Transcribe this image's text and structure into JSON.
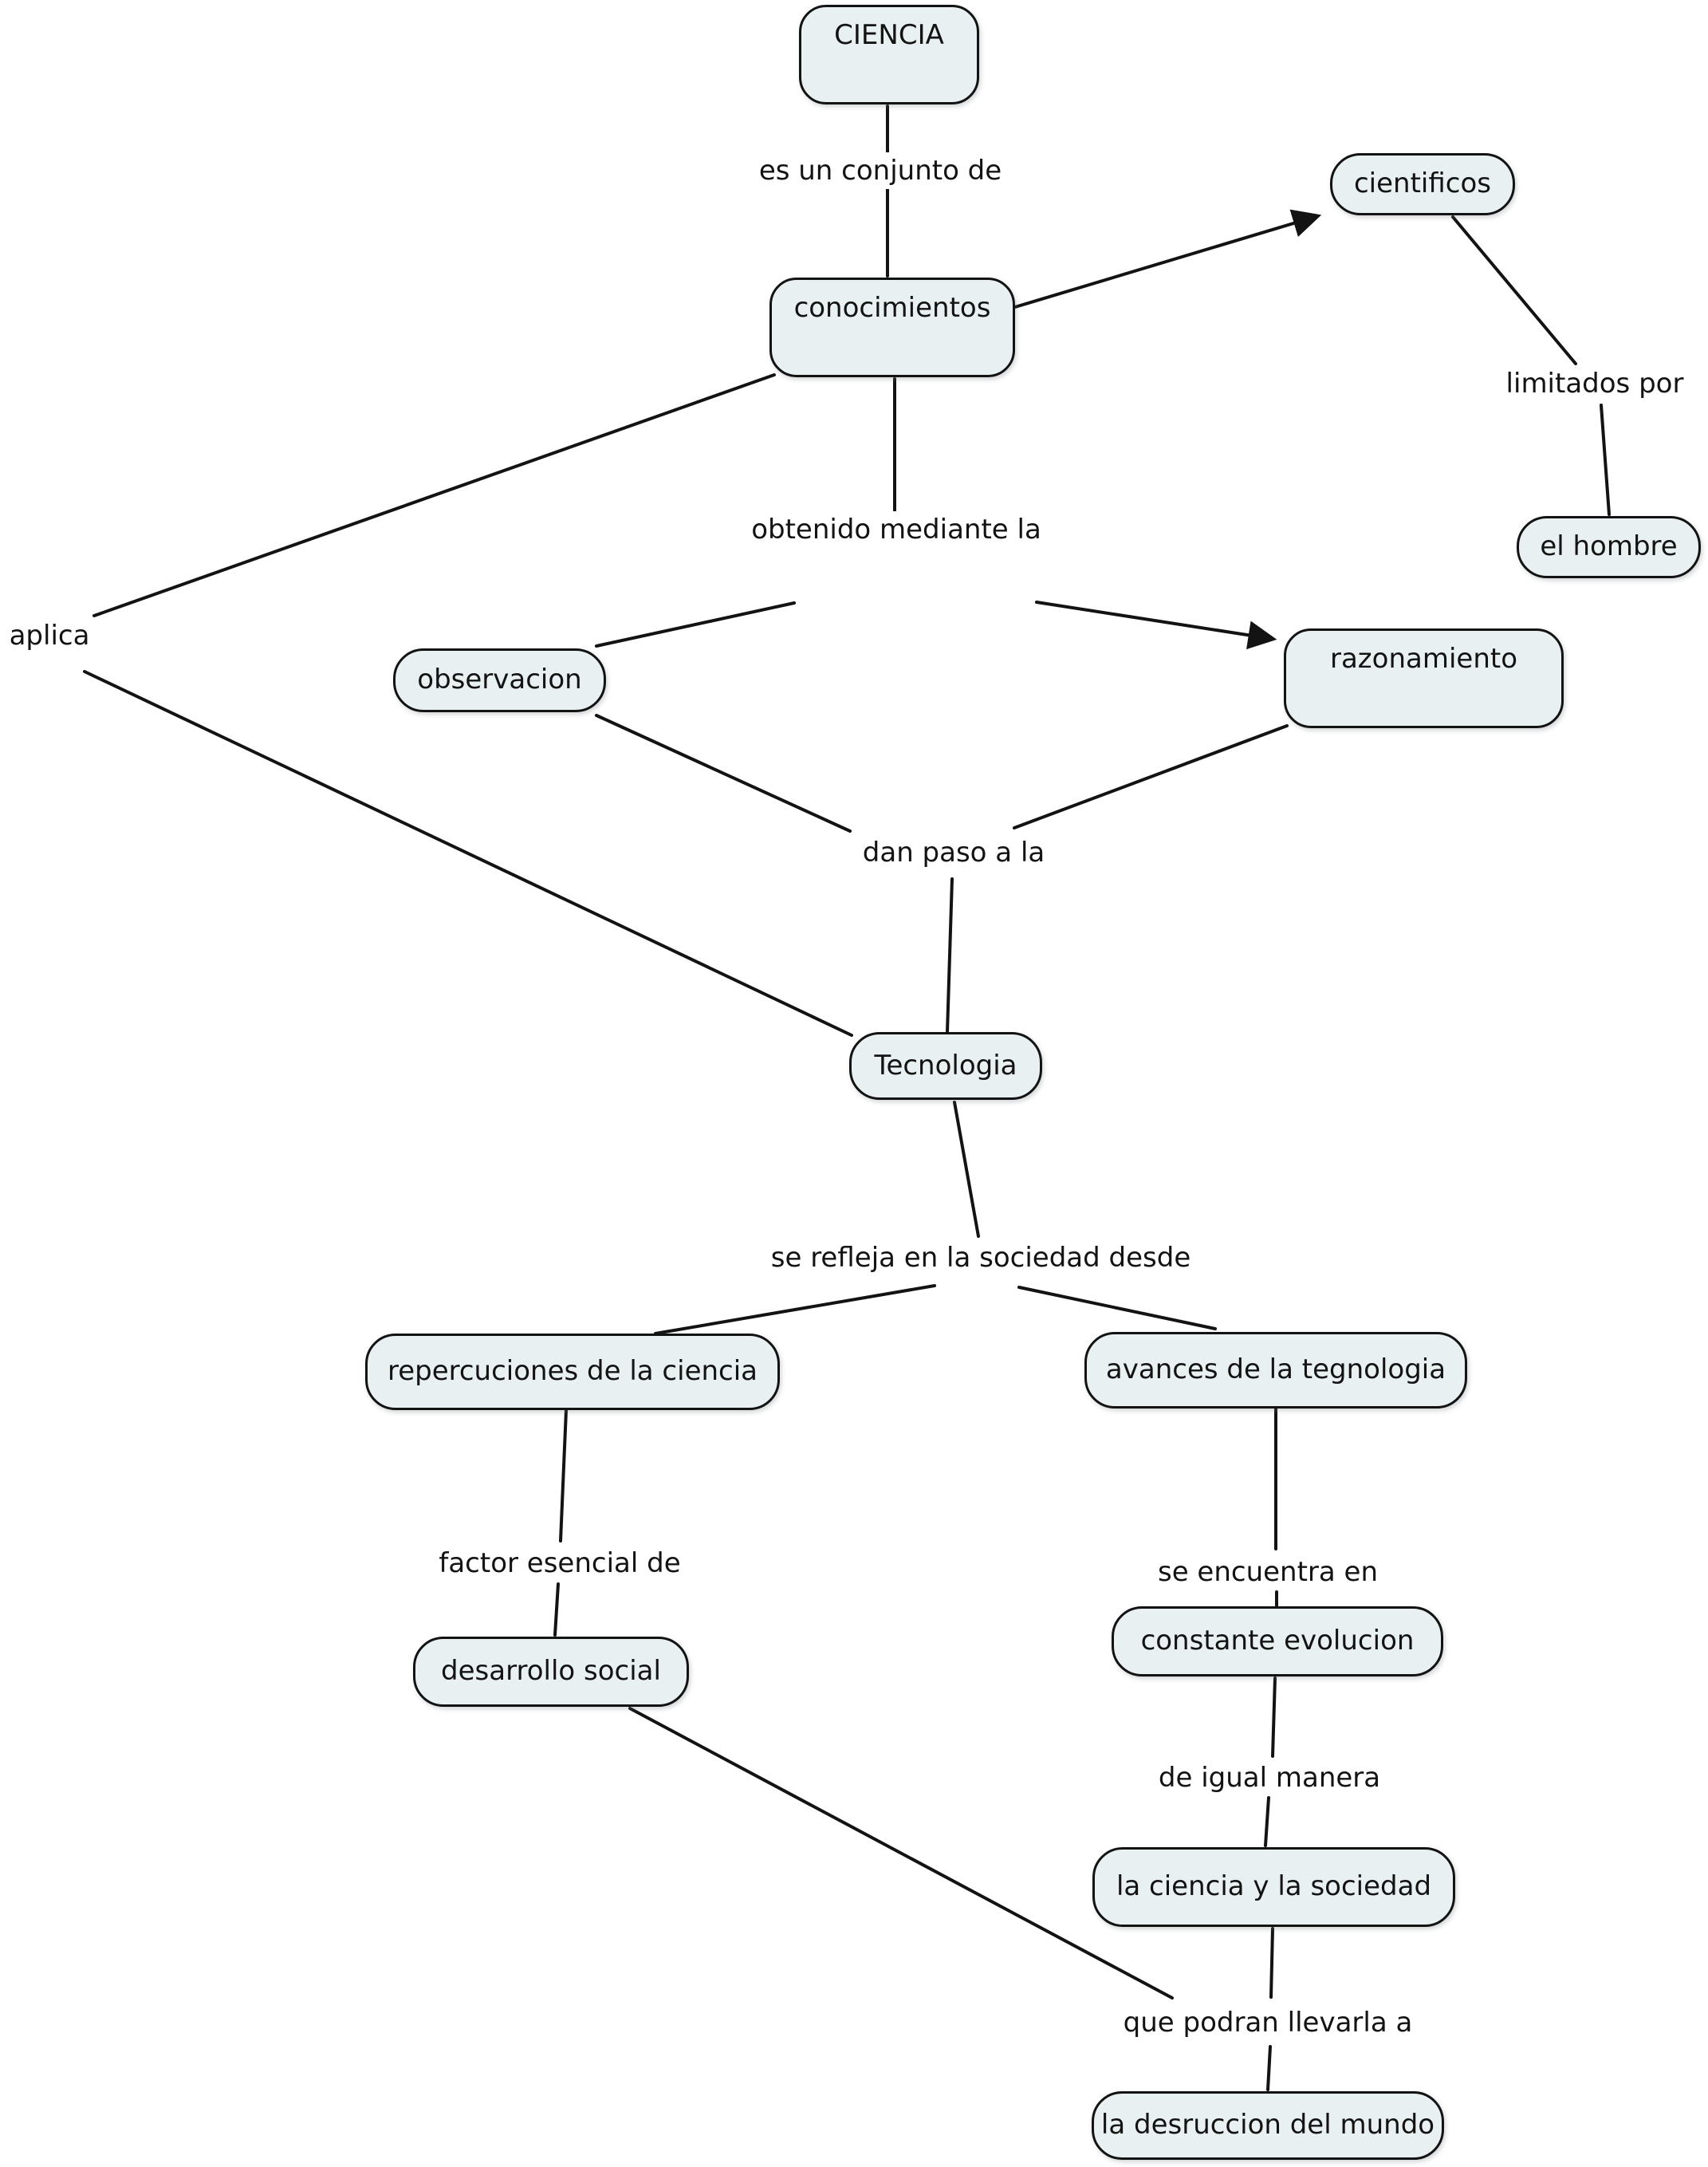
{
  "diagram_title": "CIENCIA",
  "nodes": {
    "ciencia": {
      "label": "CIENCIA"
    },
    "conocimientos": {
      "label": "conocimientos"
    },
    "cientificos": {
      "label": "cientificos"
    },
    "el_hombre": {
      "label": "el hombre"
    },
    "observacion": {
      "label": "observacion"
    },
    "razonamiento": {
      "label": "razonamiento"
    },
    "tecnologia": {
      "label": "Tecnologia"
    },
    "repercuciones": {
      "label": "repercuciones de la ciencia"
    },
    "avances": {
      "label": "avances de la tegnologia"
    },
    "desarrollo": {
      "label": "desarrollo social"
    },
    "constante": {
      "label": "constante evolucion"
    },
    "ciencia_sociedad": {
      "label": "la ciencia y la sociedad"
    },
    "desruccion": {
      "label": "la desruccion del mundo"
    }
  },
  "edge_labels": {
    "es_un_conjunto": "es un conjunto de",
    "limitados_por": "limitados por",
    "obtenido": "obtenido mediante la",
    "aplica": "aplica",
    "dan_paso": "dan paso a la",
    "se_refleja": "se refleja en la sociedad desde",
    "factor_esencial": "factor esencial de",
    "se_encuentra": "se encuentra en",
    "de_igual": "de igual manera",
    "que_podran": "que podran llevarla a"
  },
  "colors": {
    "node-fill": "#e9f0f1",
    "ink": "#131313",
    "bg": "#ffffff"
  }
}
